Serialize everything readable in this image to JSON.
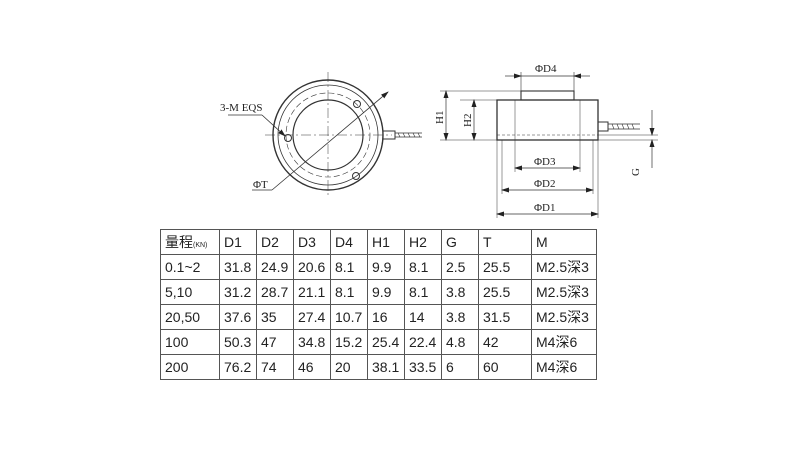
{
  "drawing": {
    "label_holes": "3-M EQS",
    "label_t": "ΦT",
    "label_h1": "H1",
    "label_h2": "H2",
    "label_d4": "ΦD4",
    "label_d3": "ΦD3",
    "label_d2": "ΦD2",
    "label_d1": "ΦD1",
    "label_g": "G"
  },
  "table": {
    "header": {
      "range_label": "量程",
      "range_unit": "(KN)",
      "columns": [
        "D1",
        "D2",
        "D3",
        "D4",
        "H1",
        "H2",
        "G",
        "T",
        "M"
      ]
    },
    "rows": [
      [
        "0.1~2",
        "31.8",
        "24.9",
        "20.6",
        "8.1",
        "9.9",
        "8.1",
        "2.5",
        "25.5",
        "M2.5深3"
      ],
      [
        "5,10",
        "31.2",
        "28.7",
        "21.1",
        "8.1",
        "9.9",
        "8.1",
        "3.8",
        "25.5",
        "M2.5深3"
      ],
      [
        "20,50",
        "37.6",
        "35",
        "27.4",
        "10.7",
        "16",
        "14",
        "3.8",
        "31.5",
        "M2.5深3"
      ],
      [
        "100",
        "50.3",
        "47",
        "34.8",
        "15.2",
        "25.4",
        "22.4",
        "4.8",
        "42",
        "M4深6"
      ],
      [
        "200",
        "76.2",
        "74",
        "46",
        "20",
        "38.1",
        "33.5",
        "6",
        "60",
        "M4深6"
      ]
    ]
  }
}
